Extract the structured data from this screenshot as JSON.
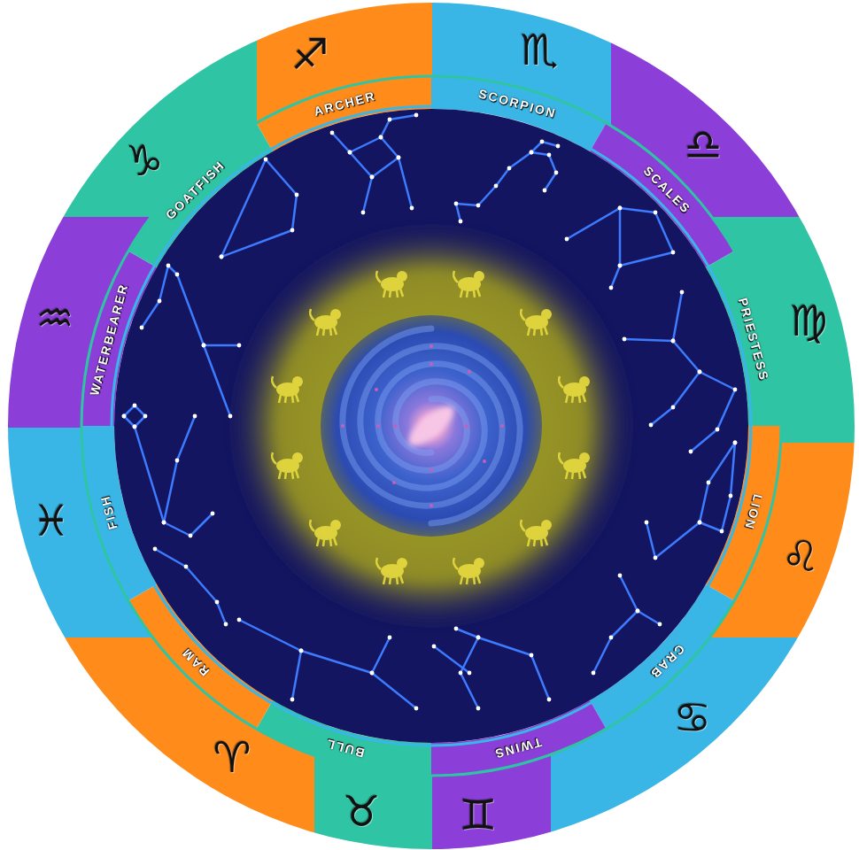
{
  "diagram": {
    "labels": [
      "♐",
      "ARCHER",
      "♏",
      "SCORPION",
      "♎",
      "SCALES",
      "♍",
      "PRIESTESS",
      "♌",
      "LION",
      "♋",
      "CRAB",
      "♊",
      "TWINS",
      "♉",
      "BULL",
      "♈",
      "RAM",
      "♓",
      "FISH",
      "♒",
      "WATERBEARER",
      "♑",
      "GOATFISH"
    ]
  }
}
